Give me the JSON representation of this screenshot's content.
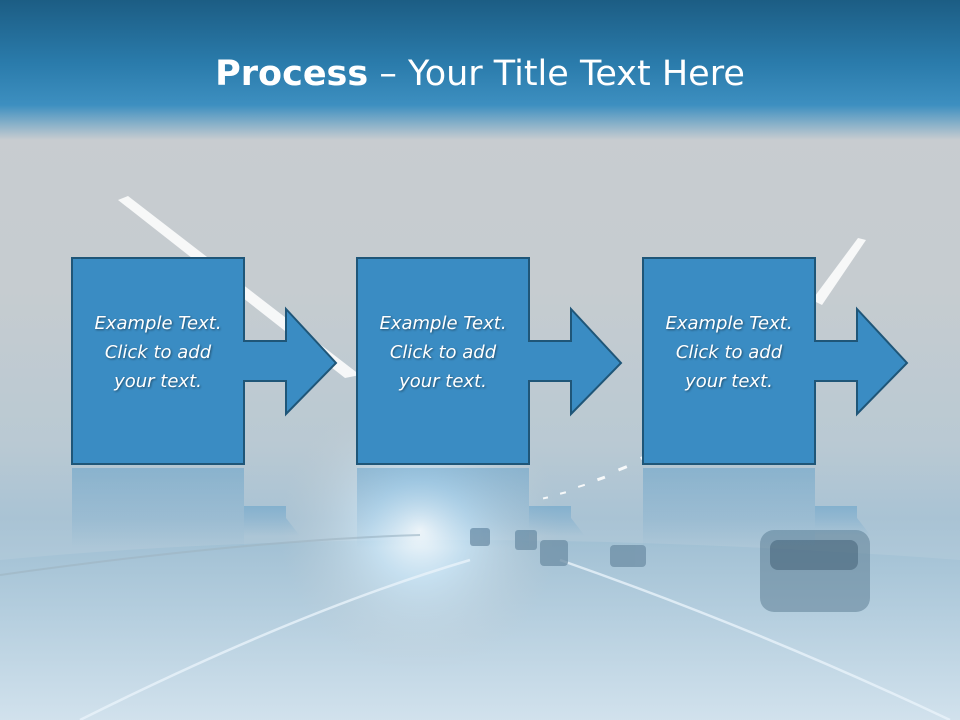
{
  "slide": {
    "title_bold": "Process",
    "title_rest": " – Your Title Text Here"
  },
  "steps": [
    {
      "line1": "Example Text.",
      "line2": "Click  to add",
      "line3": "your text."
    },
    {
      "line1": "Example Text.",
      "line2": "Click  to add",
      "line3": "your text."
    },
    {
      "line1": "Example Text.",
      "line2": "Click  to add",
      "line3": "your text."
    }
  ],
  "colors": {
    "header": "#2a7bab",
    "shape_fill": "#3a8cc3",
    "shape_stroke": "#1f5678",
    "text": "#ffffff"
  }
}
